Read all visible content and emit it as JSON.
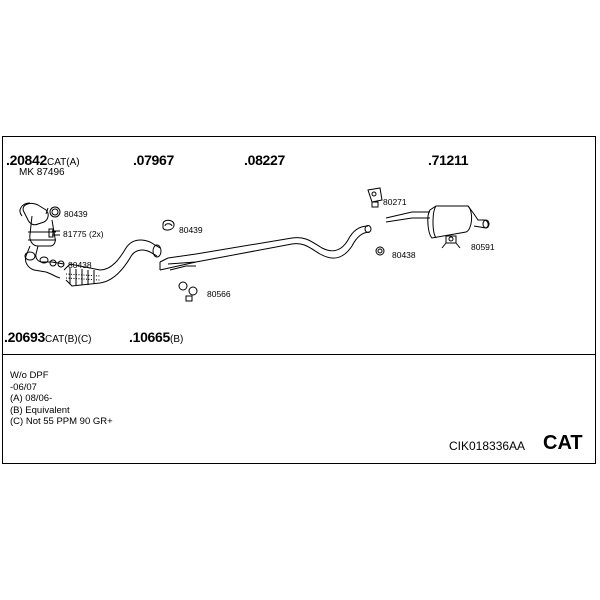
{
  "parts": {
    "p20842": {
      "num": ".20842",
      "suffix": "CAT(A)"
    },
    "mk": "MK 87496",
    "p07967": ".07967",
    "p08227": ".08227",
    "p71211": ".71211",
    "p20693": {
      "num": ".20693",
      "suffix": "CAT(B)(C)"
    },
    "p10665": {
      "num": ".10665",
      "suffix": "(B)"
    }
  },
  "labels": {
    "l80439a": "80439",
    "l81775": "81775 (2x)",
    "l80438a": "80438",
    "l80439b": "80439",
    "l80566": "80566",
    "l80271": "80271",
    "l80438b": "80438",
    "l80591": "80591"
  },
  "notes": [
    "W/o DPF",
    "-06/07",
    "(A) 08/06-",
    "(B) Equivalent",
    "(C) Not 55 PPM 90 GR+"
  ],
  "footer": {
    "code": "CIK018336AA",
    "badge": "CAT"
  }
}
